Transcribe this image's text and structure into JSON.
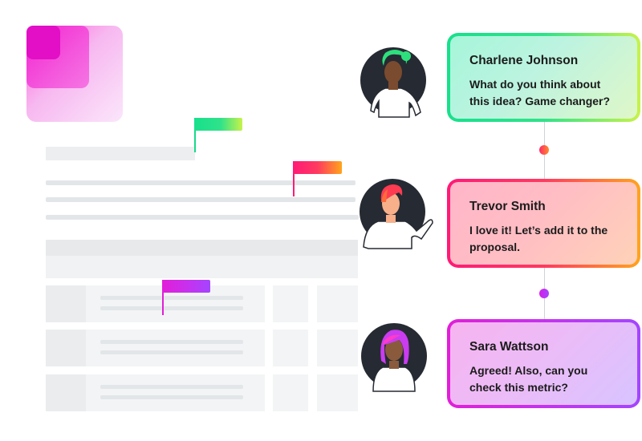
{
  "comments": [
    {
      "name": "Charlene Johnson",
      "message": "What do you think about\nthis idea? Game changer?"
    },
    {
      "name": "Trevor Smith",
      "message": "I love it! Let’s add it to the\nproposal."
    },
    {
      "name": "Sara Wattson",
      "message": "Agreed! Also, can you\ncheck this metric?"
    }
  ],
  "colors": {
    "green_start": "#18e08c",
    "green_end": "#c8f24a",
    "red_start": "#ff1a77",
    "red_end": "#ffa41c",
    "purple_start": "#d61ee6",
    "purple_end": "#a445ff"
  },
  "icons": [
    "logo-tile-icon",
    "flag-icon",
    "avatar-icon"
  ]
}
